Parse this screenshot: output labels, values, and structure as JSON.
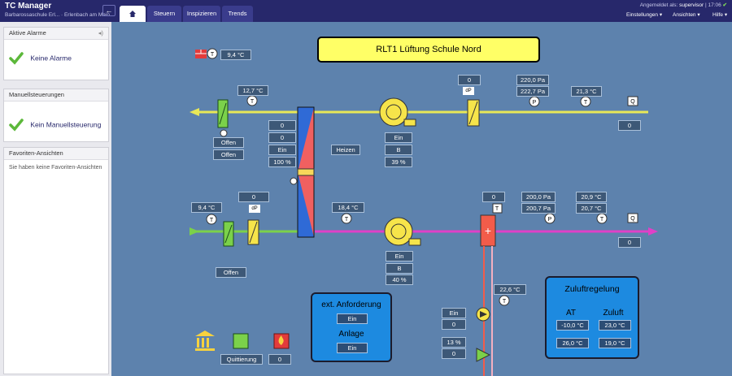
{
  "app": {
    "title": "TC Manager",
    "subtitle": "Barbarossaschule Erl... · Erlenbach am Main",
    "back_icon": "arrow-left-icon"
  },
  "tabs": [
    {
      "label": "",
      "icon": "home-icon"
    },
    {
      "label": "Steuern"
    },
    {
      "label": "Inspizieren"
    },
    {
      "label": "Trends"
    }
  ],
  "user": {
    "prefix": "Angemeldet als:",
    "name": "supervisor",
    "time": "17:06"
  },
  "menu": {
    "settings": "Einstellungen",
    "views": "Ansichten",
    "help": "Hilfe"
  },
  "sidebar": {
    "alarms": {
      "title": "Aktive Alarme",
      "text": "Keine Alarme"
    },
    "manual": {
      "title": "Manuellsteuerungen",
      "text": "Kein Manuellsteuerung"
    },
    "favorites": {
      "title": "Favoriten-Ansichten",
      "text": "Sie haben keine Favoriten-Ansichten"
    }
  },
  "plant": {
    "title": "RLT1 Lüftung Schule Nord",
    "outdoor_temp": "9,4 °C",
    "exhaust": {
      "temp_left": "12,7 °C",
      "damper": [
        "Offen",
        "Offen"
      ],
      "hrc": [
        "0",
        "0",
        "Ein",
        "100 %"
      ],
      "heat_label": "Heizen",
      "fan": [
        "Ein",
        "B",
        "39 %"
      ],
      "filter_dp": "0",
      "pressure": [
        "220,0 Pa",
        "222,7 Pa"
      ],
      "temp_right": "21,3 °C",
      "flow": "0"
    },
    "supply": {
      "temp_left": "9,4 °C",
      "filter_dp": "0",
      "damper": "Offen",
      "temp_after_hrc": "18,4 °C",
      "fan": [
        "Ein",
        "B",
        "40 %"
      ],
      "heater_temp": "0",
      "pressure": [
        "200,0 Pa",
        "200,7 Pa"
      ],
      "temp_right": [
        "20,9 °C",
        "20,7 °C"
      ],
      "flow": "0"
    },
    "heating_circuit": {
      "temp": "22,6 °C",
      "pump": [
        "Ein",
        "0"
      ],
      "valve": [
        "13 %",
        "0"
      ]
    },
    "ext_box": {
      "request_label": "ext. Anforderung",
      "request_val": "Ein",
      "plant_label": "Anlage",
      "plant_val": "Ein"
    },
    "supply_ctrl": {
      "title": "Zuluftregelung",
      "at_label": "AT",
      "zuluft_label": "Zuluft",
      "at_val": "-10,0 °C",
      "zuluft_val": "23,0 °C",
      "at_val2": "26,0 °C",
      "zuluft_val2": "19,0 °C"
    },
    "bottom": {
      "ack_label": "Quittierung",
      "fire_val": "0"
    }
  },
  "colors": {
    "background": "#5d82ad",
    "topbar": "#27286b",
    "exhaust_duct": "#e8e857",
    "supply_duct": "#e040c8",
    "fresh_duct": "#7bd14a",
    "check": "#5cb83a"
  }
}
